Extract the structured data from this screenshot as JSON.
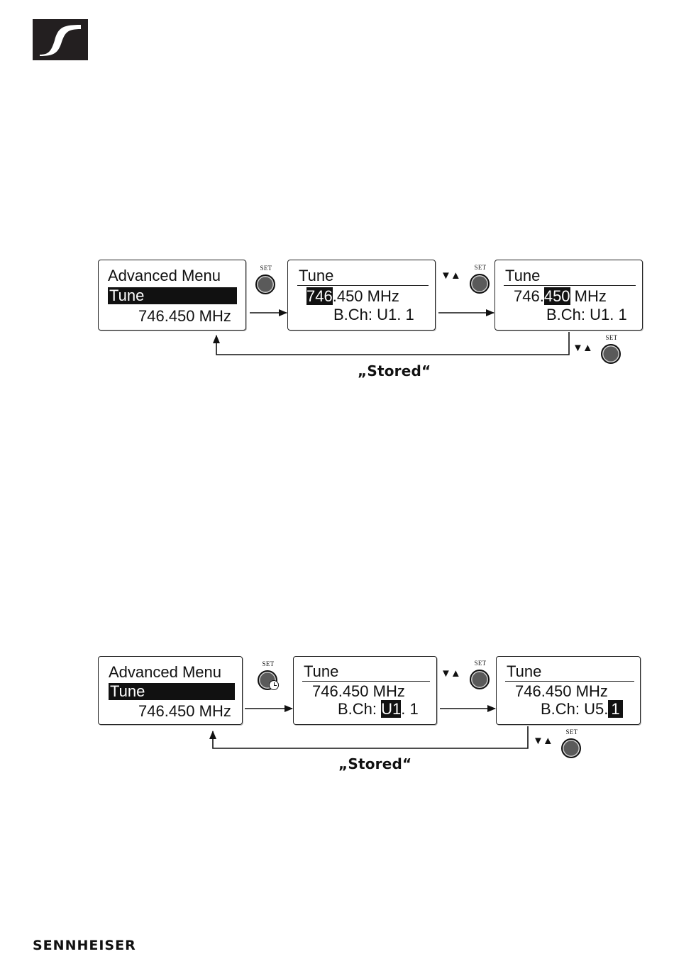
{
  "brand": {
    "logo_icon": "sennheiser-logo-icon",
    "footer_text": "SENNHEISER"
  },
  "diagram1": {
    "screen1": {
      "line1": "Advanced  Menu",
      "line2": "Tune",
      "line3": "746.450 MHz"
    },
    "screen2": {
      "title": "Tune",
      "freq_hl": "746",
      "freq_rest": ".450 MHz",
      "bch": "B.Ch:  U1. 1"
    },
    "screen3": {
      "title": "Tune",
      "freq_pre": "746.",
      "freq_hl": "450",
      "freq_post": " MHz",
      "bch": "B.Ch:  U1. 1"
    },
    "set_label": "SET",
    "updown": "▼▲",
    "stored": "„Stored“"
  },
  "diagram2": {
    "screen1": {
      "line1": "Advanced  Menu",
      "line2": "Tune",
      "line3": "746.450 MHz"
    },
    "screen2": {
      "title": "Tune",
      "freq": "746.450 MHz",
      "bch_pre": "B.Ch: ",
      "bch_hl": "U1",
      "bch_post": ". 1"
    },
    "screen3": {
      "title": "Tune",
      "freq": "746.450 MHz",
      "bch_pre": "B.Ch:  U5.",
      "bch_hl": "1"
    },
    "set_label": "SET",
    "updown": "▼▲",
    "stored": "„Stored“"
  }
}
